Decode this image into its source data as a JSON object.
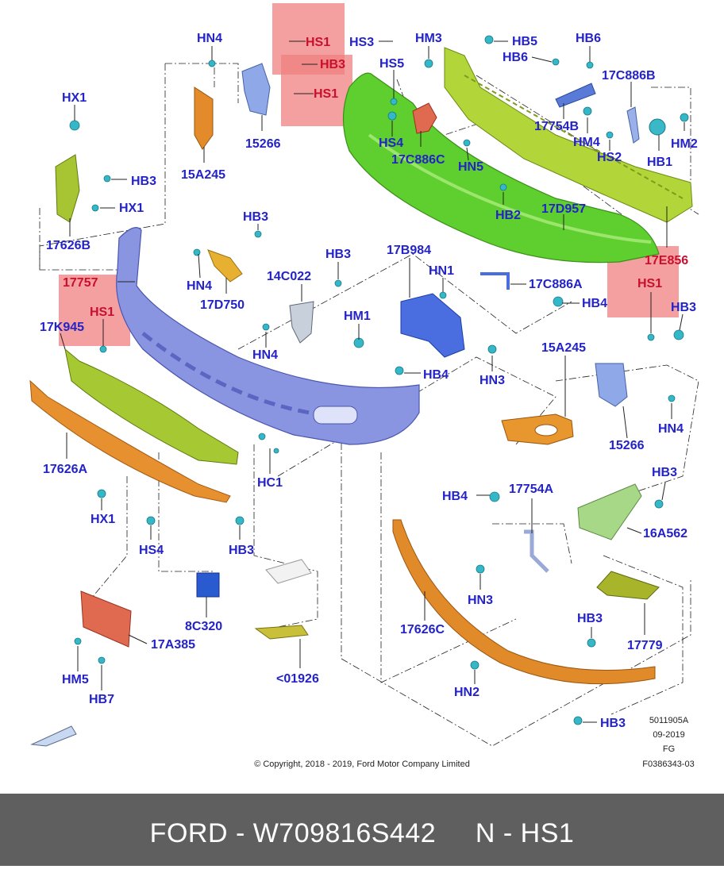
{
  "labels": {
    "hn4_top": "HN4",
    "hs1_a": "HS1",
    "hb3_a": "HB3",
    "hs1_b": "HS1",
    "hs3": "HS3",
    "hm3": "HM3",
    "hb5": "HB5",
    "hb6_a": "HB6",
    "hb6_b": "HB6",
    "hs5": "HS5",
    "hx1_top": "HX1",
    "p15266_top": "15266",
    "p15a245_top": "15A245",
    "hs4_top": "HS4",
    "p17c886c": "17C886C",
    "hn5": "HN5",
    "p17754b": "17754B",
    "hm4_top": "HM4",
    "hs2": "HS2",
    "p17c886b": "17C886B",
    "hb1": "HB1",
    "hm2": "HM2",
    "hb3_left": "HB3",
    "hx1_left": "HX1",
    "p17626b": "17626B",
    "hb2": "HB2",
    "p17d957": "17D957",
    "p17e856": "17E856",
    "hs1_right": "HS1",
    "hb3_right": "HB3",
    "hb3_mid": "HB3",
    "hb3_c": "HB3",
    "p17b984": "17B984",
    "hn1": "HN1",
    "p17c886a": "17C886A",
    "p14c022": "14C022",
    "p17757": "17757",
    "hs1_left": "HS1",
    "hn4_a": "HN4",
    "p17d750": "17D750",
    "hb4_a": "HB4",
    "hm1": "HM1",
    "p17k945": "17K945",
    "hn4_b": "HN4",
    "hb4_b": "HB4",
    "hn3_a": "HN3",
    "p15a245_r": "15A245",
    "hn4_r": "HN4",
    "p15266_r": "15266",
    "p17626a": "17626A",
    "hc1": "HC1",
    "hb4_c": "HB4",
    "p17754a": "17754A",
    "hb3_d": "HB3",
    "hx1_bot": "HX1",
    "hs4_bot": "HS4",
    "hb3_bot": "HB3",
    "p16a562": "16A562",
    "hn3_b": "HN3",
    "p8c320": "8C320",
    "p17a385": "17A385",
    "p17626c": "17626C",
    "hb3_e": "HB3",
    "p17779": "17779",
    "hm5": "HM5",
    "hb7": "HB7",
    "p01926": "<01926",
    "hn2": "HN2",
    "hb3_f": "HB3"
  },
  "meta": {
    "code1": "5011905A",
    "date": "09-2019",
    "region": "FG",
    "ref": "F0386343-03"
  },
  "copyright": "© Copyright, 2018 - 2019, Ford Motor Company Limited",
  "footer": {
    "title": "FORD - W709816S442     N - HS1"
  },
  "colors": {
    "label": "#2323c8",
    "highlight": "#f08080",
    "footer_bg": "#5f5f5f",
    "bumper_blue": "#7b86d9",
    "green_upper": "#66dd33",
    "olive": "#a8c838",
    "orange": "#e08a2a",
    "teal": "#2ab5c8",
    "red_plate": "#e06a50"
  }
}
